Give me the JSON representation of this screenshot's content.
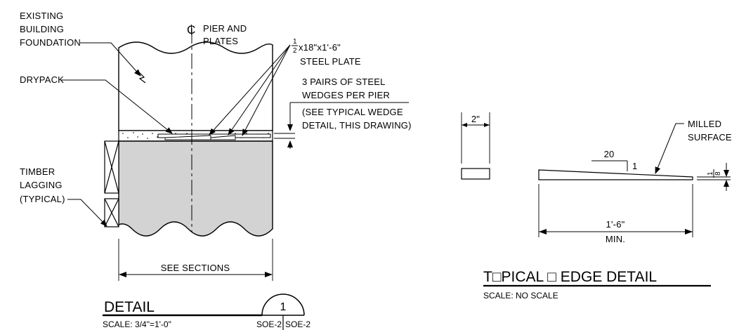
{
  "colors": {
    "ink": "#000000",
    "fill_gray": "#d3d3d3",
    "background": "#ffffff"
  },
  "labels": {
    "existing_building_foundation": [
      "EXISTING",
      "BUILDING",
      "FOUNDATION"
    ],
    "pier_and_plates": [
      "PIER AND",
      "PLATES"
    ],
    "centerline_symbol": "₵",
    "steel_plate_size": "x18\"x1'-6\"",
    "steel_plate_size_fraction": {
      "num": "1",
      "den": "2",
      "unit": "\""
    },
    "steel_plate": "STEEL PLATE",
    "drypack": "DRYPACK",
    "wedges": [
      "3 PAIRS OF STEEL",
      "WEDGES PER PIER",
      "(SEE TYPICAL WEDGE",
      "DETAIL, THIS DRAWING)"
    ],
    "timber_lagging": [
      "TIMBER",
      "LAGGING",
      "(TYPICAL)"
    ],
    "see_sections": "SEE SECTIONS",
    "detail_title": "DETAIL",
    "detail_scale": "SCALE: 3/4\"=1'-0\"",
    "detail_number": "1",
    "sheet_ref_left": "SOE-2",
    "sheet_ref_right": "SOE-2",
    "wedge_width_dim": "2\"",
    "slope_run": "20",
    "slope_rise": "1",
    "milled_surface": [
      "MILLED",
      "SURFACE"
    ],
    "thickness_dim_fraction": {
      "num": "1",
      "den": "8",
      "unit": "\""
    },
    "length_dim": "1'-6\"",
    "length_min": "MIN.",
    "wedge_detail_title": "T□PICAL □ EDGE DETAIL",
    "wedge_detail_scale": "SCALE: NO SCALE"
  }
}
